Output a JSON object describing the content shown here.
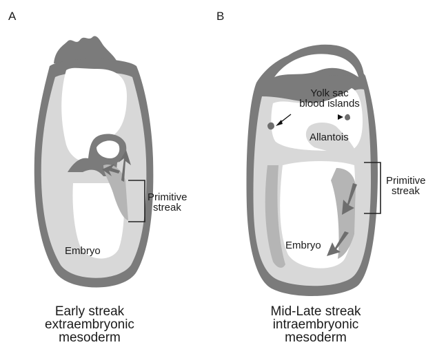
{
  "panels": [
    {
      "letter": "A",
      "labels": {
        "primitive_streak": [
          "Primitive",
          "streak"
        ],
        "embryo": "Embryo"
      },
      "caption": [
        "Early streak",
        "extraembryonic",
        "mesoderm"
      ]
    },
    {
      "letter": "B",
      "labels": {
        "yolk_sac": [
          "Yolk sac",
          "blood islands"
        ],
        "allantois": "Allantois",
        "primitive_streak": [
          "Primitive",
          "streak"
        ],
        "embryo": "Embryo"
      },
      "caption": [
        "Mid-Late streak",
        "intraembryonic",
        "mesoderm"
      ]
    }
  ],
  "colors": {
    "dark_tissue": "#7b7b7b",
    "light_tissue": "#d8d8d8",
    "lumen": "#ffffff",
    "mesoderm": "#b5b5b5",
    "arrow": "#6e6e6e",
    "text": "#1a1a1a"
  }
}
